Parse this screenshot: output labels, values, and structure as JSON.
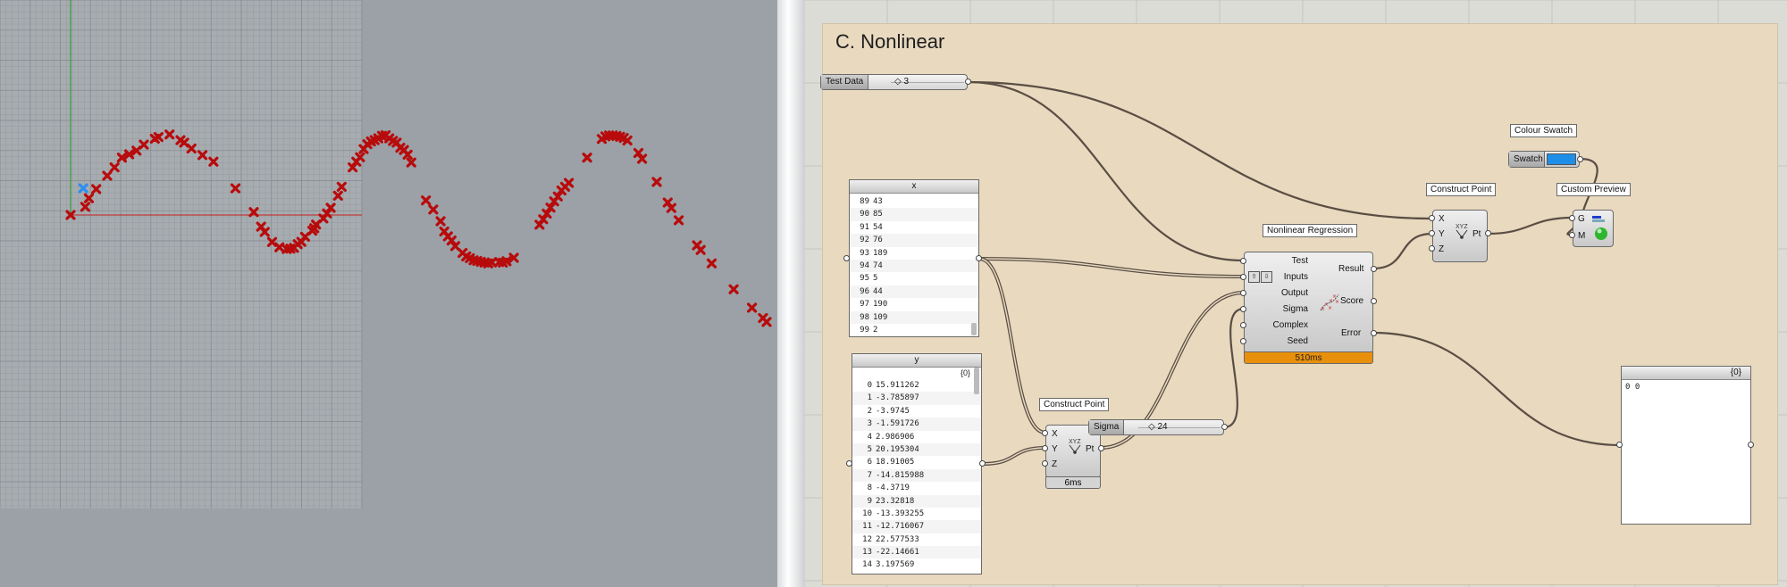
{
  "viewport": {
    "points": [
      [
        0,
        0
      ],
      [
        4,
        4.2
      ],
      [
        5,
        8.6
      ],
      [
        7,
        13.3
      ],
      [
        10,
        20.2
      ],
      [
        12,
        24.5
      ],
      [
        14,
        29.5
      ],
      [
        16,
        31.2
      ],
      [
        18,
        33.1
      ],
      [
        20,
        36.2
      ],
      [
        23,
        39.2
      ],
      [
        24,
        40.1
      ],
      [
        27,
        41.4
      ],
      [
        30,
        38.5
      ],
      [
        31,
        37.2
      ],
      [
        33,
        34.2
      ],
      [
        36,
        30.8
      ],
      [
        39,
        27.4
      ],
      [
        45,
        13.7
      ],
      [
        50,
        1.5
      ],
      [
        52,
        -6.0
      ],
      [
        53,
        -8.7
      ],
      [
        55,
        -13.9
      ],
      [
        57,
        -16.6
      ],
      [
        59,
        -17.5
      ],
      [
        60,
        -17.3
      ],
      [
        61,
        -16.9
      ],
      [
        62,
        -15.0
      ],
      [
        63,
        -13.8
      ],
      [
        64,
        -11.2
      ],
      [
        66,
        -8.1
      ],
      [
        66.5,
        -6.8
      ],
      [
        67,
        -4.9
      ],
      [
        69,
        -1.8
      ],
      [
        70,
        0.8
      ],
      [
        71,
        3.7
      ],
      [
        73,
        9.9
      ],
      [
        74,
        14.5
      ],
      [
        77,
        24.5
      ],
      [
        78,
        27.4
      ],
      [
        79,
        29.7
      ],
      [
        80,
        33.9
      ],
      [
        81,
        36.4
      ],
      [
        82,
        37.8
      ],
      [
        83,
        38.5
      ],
      [
        84,
        39.4
      ],
      [
        85,
        40.7
      ],
      [
        86,
        41.0
      ],
      [
        87,
        39.4
      ],
      [
        88,
        38.1
      ],
      [
        89,
        37.2
      ],
      [
        90,
        34.6
      ],
      [
        91,
        33.4
      ],
      [
        92,
        31.0
      ],
      [
        93,
        27.0
      ],
      [
        97,
        7.5
      ],
      [
        99,
        2.8
      ],
      [
        101,
        -3.2
      ],
      [
        102,
        -8.5
      ],
      [
        103,
        -11.0
      ],
      [
        104,
        -13.1
      ],
      [
        105,
        -16.0
      ],
      [
        107,
        -19.5
      ],
      [
        108,
        -21.3
      ],
      [
        109,
        -22.2
      ],
      [
        110,
        -23.3
      ],
      [
        111,
        -23.6
      ],
      [
        112,
        -24.1
      ],
      [
        113,
        -24.5
      ],
      [
        114,
        -24.9
      ],
      [
        115,
        -24.4
      ],
      [
        117,
        -24.2
      ],
      [
        118,
        -24.5
      ],
      [
        119,
        -23.8
      ],
      [
        121,
        -22.0
      ],
      [
        128,
        -5.0
      ],
      [
        129,
        -2.2
      ],
      [
        130,
        0.7
      ],
      [
        131,
        3.8
      ],
      [
        132,
        7.0
      ],
      [
        133,
        9.5
      ],
      [
        134,
        12.6
      ],
      [
        135,
        14.5
      ],
      [
        136,
        16.5
      ],
      [
        141,
        29.5
      ],
      [
        145,
        39.1
      ],
      [
        146,
        40.4
      ],
      [
        147,
        40.9
      ],
      [
        148,
        40.9
      ],
      [
        149,
        40.6
      ],
      [
        150,
        40.2
      ],
      [
        151,
        39.6
      ],
      [
        152,
        38.3
      ],
      [
        155,
        31.9
      ],
      [
        156,
        28.9
      ],
      [
        160,
        17.0
      ],
      [
        163,
        6.4
      ],
      [
        164,
        3.6
      ],
      [
        166,
        -2.7
      ],
      [
        171,
        -15.6
      ],
      [
        172,
        -18.0
      ],
      [
        175,
        -24.9
      ],
      [
        181,
        -38.2
      ],
      [
        186,
        -47.7
      ],
      [
        189,
        -53.0
      ],
      [
        190,
        -55.0
      ]
    ],
    "highlight_point": [
      2,
      11
    ]
  },
  "group": {
    "title": "C. Nonlinear"
  },
  "test_slider": {
    "label": "Test Data",
    "value": "◇ 3"
  },
  "sigma_slider": {
    "label": "Sigma",
    "value": "◇ 24"
  },
  "panel_x": {
    "header": "x",
    "rows": [
      {
        "i": "89",
        "v": "43"
      },
      {
        "i": "90",
        "v": "85"
      },
      {
        "i": "91",
        "v": "54"
      },
      {
        "i": "92",
        "v": "76"
      },
      {
        "i": "93",
        "v": "189"
      },
      {
        "i": "94",
        "v": "74"
      },
      {
        "i": "95",
        "v": "5"
      },
      {
        "i": "96",
        "v": "44"
      },
      {
        "i": "97",
        "v": "190"
      },
      {
        "i": "98",
        "v": "109"
      },
      {
        "i": "99",
        "v": "2"
      }
    ]
  },
  "panel_y": {
    "header": "y",
    "path": "{0}",
    "rows": [
      {
        "i": "0",
        "v": "15.911262"
      },
      {
        "i": "1",
        "v": "-3.785897"
      },
      {
        "i": "2",
        "v": "-3.9745"
      },
      {
        "i": "3",
        "v": "-1.591726"
      },
      {
        "i": "4",
        "v": "2.986906"
      },
      {
        "i": "5",
        "v": "20.195304"
      },
      {
        "i": "6",
        "v": "18.91005"
      },
      {
        "i": "7",
        "v": "-14.815988"
      },
      {
        "i": "8",
        "v": "-4.3719"
      },
      {
        "i": "9",
        "v": "23.32818"
      },
      {
        "i": "10",
        "v": "-13.393255"
      },
      {
        "i": "11",
        "v": "-12.716067"
      },
      {
        "i": "12",
        "v": "22.577533"
      },
      {
        "i": "13",
        "v": "-22.14661"
      },
      {
        "i": "14",
        "v": "3.197569"
      }
    ]
  },
  "construct_point_top": {
    "title": "Construct Point",
    "inputs": [
      "X",
      "Y",
      "Z"
    ],
    "output": "Pt",
    "icon": "xyz-point-icon"
  },
  "construct_point_bottom": {
    "title": "Construct Point",
    "inputs": [
      "X",
      "Y",
      "Z"
    ],
    "output": "Pt",
    "timer": "6ms",
    "icon": "xyz-point-icon"
  },
  "regression": {
    "title": "Nonlinear Regression",
    "inputs": [
      "Test",
      "Inputs",
      "Output",
      "Sigma",
      "Complex",
      "Seed"
    ],
    "outputs": [
      "Result",
      "Score",
      "Error"
    ],
    "timer": "510ms",
    "icon": "regression-scatter-icon"
  },
  "colour_swatch": {
    "title": "Colour Swatch",
    "label": "Swatch",
    "color": "#1e8fe8"
  },
  "custom_preview": {
    "title": "Custom Preview",
    "inputs": [
      "G",
      "M"
    ],
    "icon": "preview-sphere-icon"
  },
  "panel_out": {
    "path": "{0}",
    "content": "0 0"
  },
  "colors": {
    "point": "#b80b0b",
    "highlight": "#2c8ff0",
    "wire": "#5a4e44",
    "timer_orange": "#e8900c",
    "group": "#e8d9bf"
  }
}
